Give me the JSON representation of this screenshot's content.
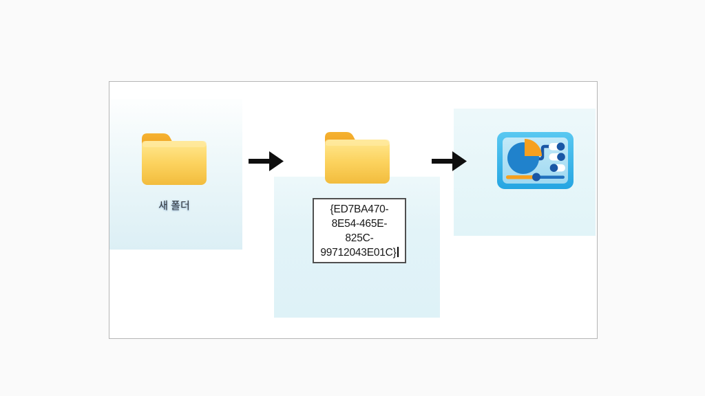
{
  "page": {
    "background": "#fafafa",
    "frame_border_color": "#b5b5b5"
  },
  "flow": {
    "step1": {
      "folder_label": "새 폴더"
    },
    "step2": {
      "rename_value": "{ED7BA470-8E54-465E-825C-99712043E01C}",
      "rename_lines": [
        "{ED7BA470-",
        "8E54-465E-",
        "825C-",
        "99712043E01C}"
      ]
    },
    "step3": {
      "icon": "control-panel-icon"
    },
    "colors": {
      "folder_tab": "#F2A92B",
      "folder_body_top": "#FFE388",
      "folder_body_bottom": "#F2BC3D",
      "selection_highlight": "#DFF1F6",
      "arrow": "#0F0F0F",
      "control_panel_outer": "#33ADE4",
      "control_panel_screen": "#AEDFF4",
      "control_panel_pie_blue": "#2082CC",
      "control_panel_orange": "#F6A01F",
      "control_panel_navy": "#1A57A5",
      "rename_box_border": "#4F4F4F"
    }
  }
}
